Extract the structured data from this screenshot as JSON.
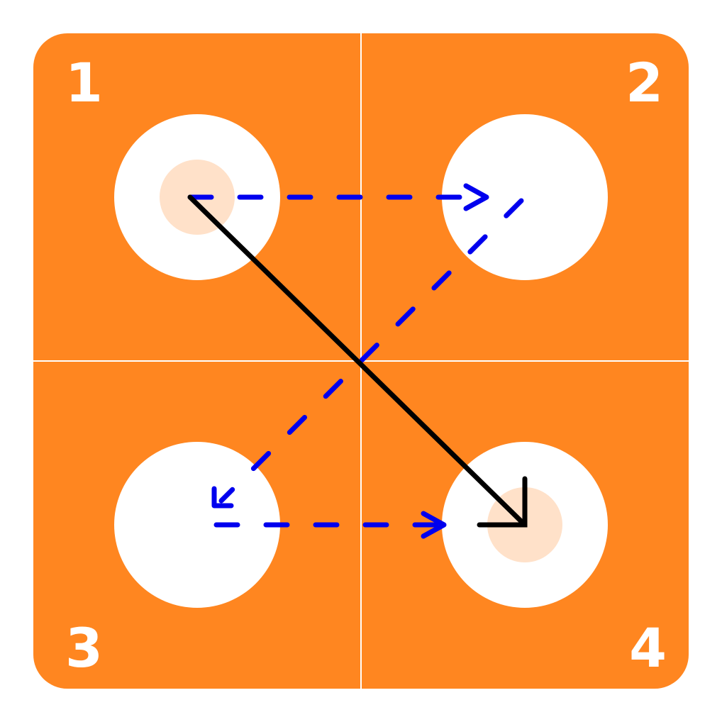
{
  "colors": {
    "background": "#ffffff",
    "panel": "#FF8620",
    "circle": "#ffffff",
    "highlight": "#FFE1C9",
    "divider": "#ffffff",
    "dashed_path": "#0000EE",
    "direct_path": "#000000"
  },
  "quadrants": [
    {
      "label": "1",
      "highlighted": true
    },
    {
      "label": "2",
      "highlighted": false
    },
    {
      "label": "3",
      "highlighted": false
    },
    {
      "label": "4",
      "highlighted": true
    }
  ],
  "paths": {
    "dashed_sequence": [
      "1",
      "2",
      "3",
      "4"
    ],
    "direct": {
      "from": "1",
      "to": "4"
    }
  }
}
